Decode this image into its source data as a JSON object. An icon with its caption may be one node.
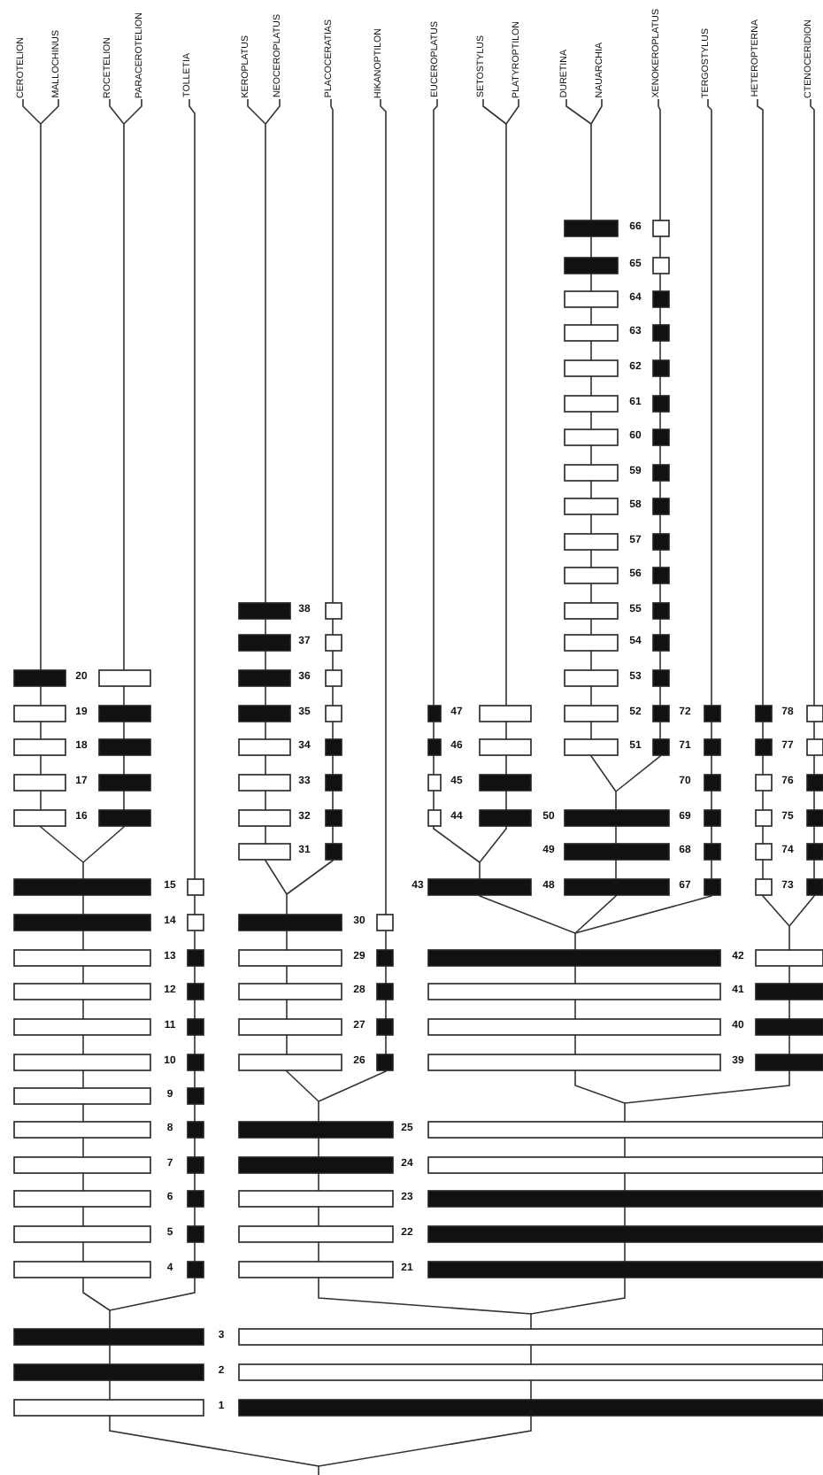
{
  "diagram": {
    "labels": [
      "CEROTELION",
      "MALLOCHINUS",
      "ROCETELION",
      "PARACEROTELION",
      "TOLLETIA",
      "KEROPLATUS",
      "NEOCEROPLATUS",
      "PLACOCERATIAS",
      "HIKANOPTILON",
      "EUCEROPLATUS",
      "SETOSTYLUS",
      "PLATYROPTILON",
      "DURETINA",
      "NAUARCHIA",
      "XENOKEROPLATUS",
      "TERGOSTYLUS",
      "HETEROPTERNA",
      "CTENOCERIDION",
      "66",
      "65",
      "64",
      "63",
      "62",
      "61",
      "60",
      "59",
      "58",
      "57",
      "56",
      "38",
      "55",
      "37",
      "54",
      "20",
      "36",
      "53",
      "19",
      "35",
      "47",
      "52",
      "72",
      "78",
      "18",
      "34",
      "46",
      "51",
      "71",
      "77",
      "17",
      "33",
      "45",
      "70",
      "76",
      "16",
      "32",
      "44",
      "50",
      "69",
      "75",
      "31",
      "49",
      "68",
      "74",
      "15",
      "43",
      "48",
      "67",
      "73",
      "14",
      "30",
      "13",
      "29",
      "42",
      "12",
      "28",
      "41",
      "11",
      "27",
      "40",
      "10",
      "26",
      "39",
      "9",
      "8",
      "25",
      "7",
      "24",
      "6",
      "23",
      "5",
      "22",
      "4",
      "21",
      "3",
      "2",
      "1"
    ]
  }
}
